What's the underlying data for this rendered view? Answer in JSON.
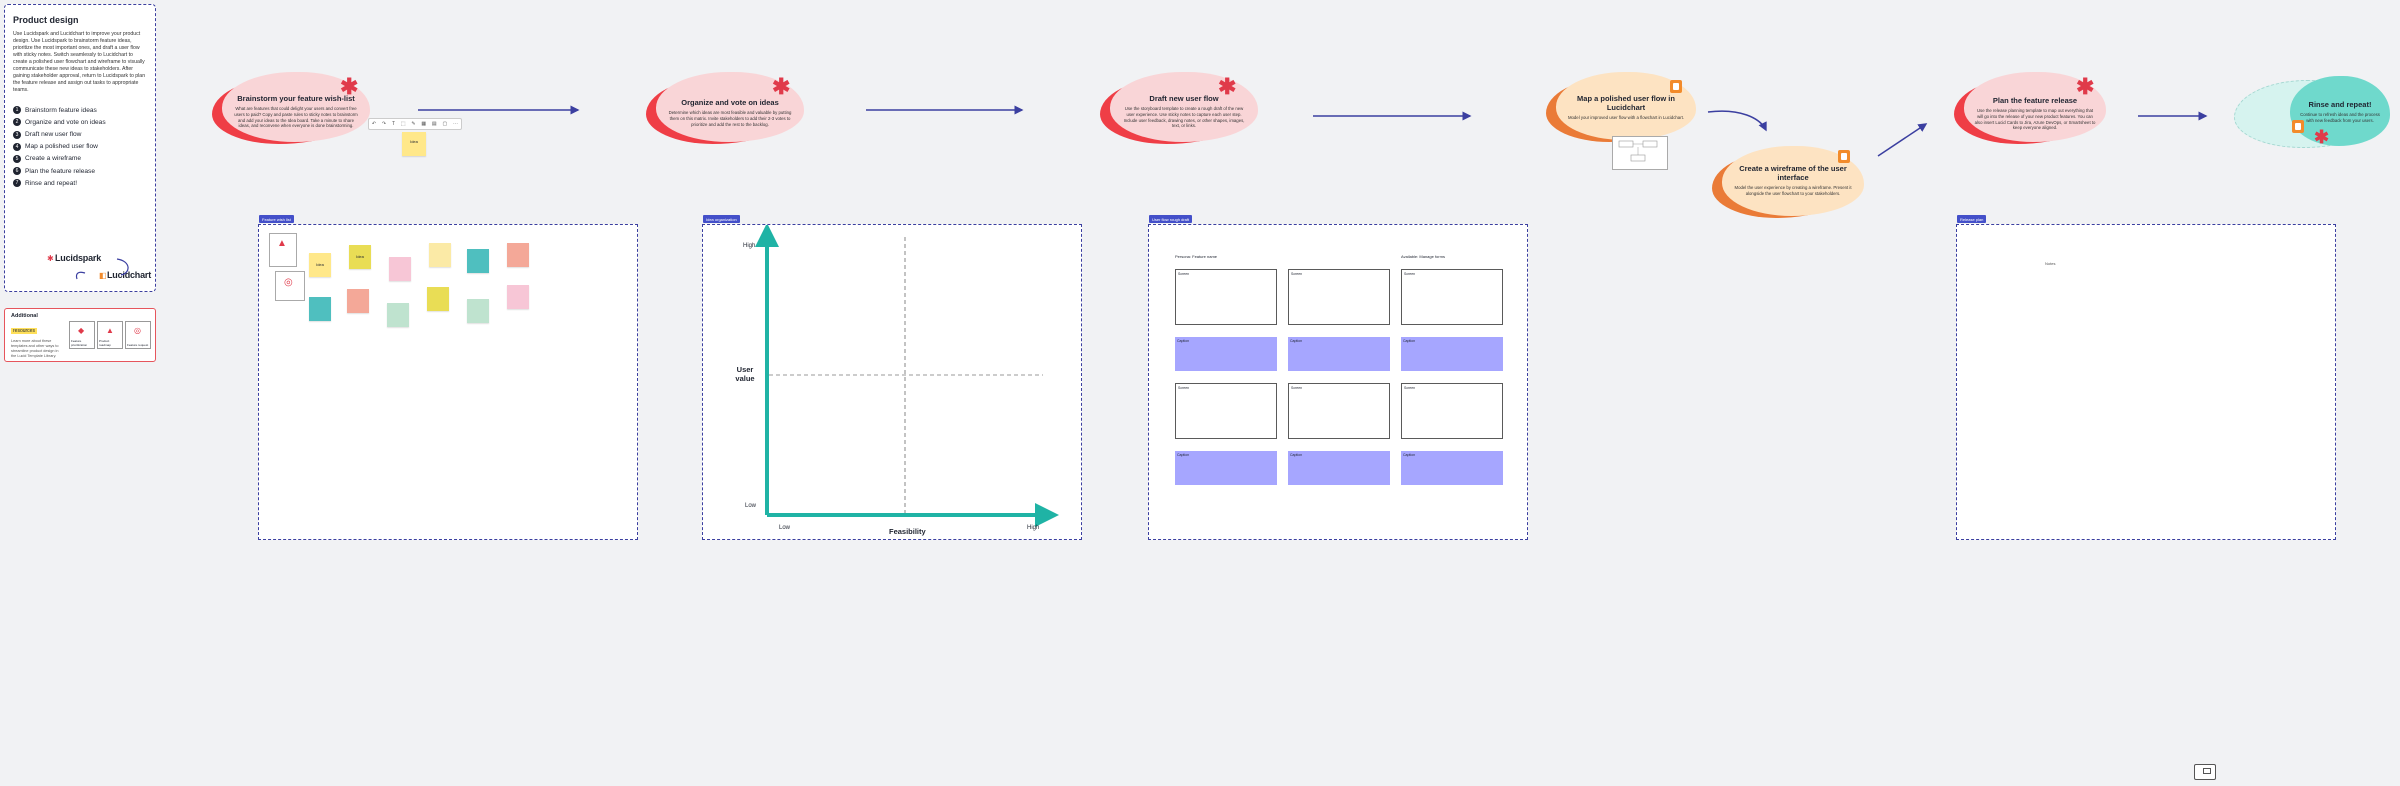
{
  "intro": {
    "title": "Product design",
    "body": "Use Lucidspark and Lucidchart to improve your product design. Use Lucidspark to brainstorm feature ideas, prioritize the most important ones, and draft a user flow with sticky notes. Switch seamlessly to Lucidchart to create a polished user flowchart and wireframe to visually communicate these new ideas to stakeholders. After gaining stakeholder approval, return to Lucidspark to plan the feature release and assign out tasks to appropriate teams.",
    "steps": [
      {
        "num": "1",
        "label": "Brainstorm feature ideas"
      },
      {
        "num": "2",
        "label": "Organize and vote on ideas"
      },
      {
        "num": "3",
        "label": "Draft new user flow"
      },
      {
        "num": "4",
        "label": "Map a polished user flow"
      },
      {
        "num": "5",
        "label": "Create a wireframe"
      },
      {
        "num": "6",
        "label": "Plan the feature release"
      },
      {
        "num": "7",
        "label": "Rinse and repeat!"
      }
    ],
    "logo_spark": "Lucidspark",
    "logo_chart": "Lucidchart"
  },
  "additional": {
    "title": "Additional",
    "highlight": "resources",
    "desc": "Learn more about these templates and other ways to streamline product design in the Lucid Template Library.",
    "thumbs": [
      "Feature prioritization",
      "Product roadmap",
      "Feature request"
    ]
  },
  "steps_blobs": [
    {
      "title": "Brainstorm your feature wish-list",
      "desc": "What are features that could delight your users and convert free users to paid? Copy and paste rules to sticky notes to brainstorm and add your ideas to the Idea board. Take a minute to share ideas, and reconvene when everyone is done brainstorming."
    },
    {
      "title": "Organize and vote on ideas",
      "desc": "Determine which ideas are most feasible and valuable by putting them on this matrix. Invite stakeholders to add their 2-3 votes to prioritize and add the rest to the backlog."
    },
    {
      "title": "Draft new user flow",
      "desc": "Use the storyboard template to create a rough draft of the new user experience. Use sticky notes to capture each user step. Include user feedback, drawing notes, or other shapes, images, text, or links."
    },
    {
      "title": "Map a polished user flow in Lucidchart",
      "desc": "Model your improved user flow with a flowchart in Lucidchart."
    },
    {
      "title": "Create a wireframe of the user interface",
      "desc": "Model the user experience by creating a wireframe. Present it alongside the user flowchart to your stakeholders."
    },
    {
      "title": "Plan the feature release",
      "desc": "Use the release planning template to map out everything that will go into the release of your new product features. You can also insert Lucid Cards to Jira, Azure DevOps, or Smartsheet to keep everyone aligned."
    },
    {
      "title": "Rinse and repeat!",
      "desc": "Continue to refresh ideas and the process with new feedback from your users."
    }
  ],
  "frames": {
    "brainstorm": {
      "tag": "Feature wish list"
    },
    "matrix": {
      "tag": "Idea organization",
      "y_high": "High",
      "y_low": "Low",
      "y_label": "User value",
      "x_low": "Low",
      "x_high": "High",
      "x_label": "Feasibility"
    },
    "userflow": {
      "tag": "User flow rough draft",
      "col1": "Persona: Feature name",
      "col2": "Available: Manage forms"
    },
    "release": {
      "tag": "Release plan",
      "inner": "Notes"
    }
  },
  "stickies": [
    {
      "color": "#ffe88a",
      "text": "Idea"
    },
    {
      "color": "#e9dd55",
      "text": "Idea"
    },
    {
      "color": "#f7c6d6",
      "text": ""
    },
    {
      "color": "#fbeaa6",
      "text": ""
    },
    {
      "color": "#4fbfbf",
      "text": ""
    },
    {
      "color": "#f4a898",
      "text": ""
    },
    {
      "color": "#4fbfbf",
      "text": ""
    },
    {
      "color": "#f4a898",
      "text": ""
    },
    {
      "color": "#bfe3cf",
      "text": ""
    },
    {
      "color": "#e9dd55",
      "text": ""
    },
    {
      "color": "#bfe3cf",
      "text": ""
    },
    {
      "color": "#f7c6d6",
      "text": ""
    }
  ],
  "floating_sticky": "Idea",
  "toolbar_icons": [
    "↶",
    "↷",
    "T",
    "⬚",
    "✎",
    "▦",
    "▤",
    "▢",
    "⋯"
  ],
  "card_label": "Screen",
  "caption_label": "Caption",
  "colors": {
    "accent": "#3b3fa0",
    "teal": "#1fb3a5",
    "lavender": "#a6a6ff",
    "red": "#e03a4a"
  }
}
